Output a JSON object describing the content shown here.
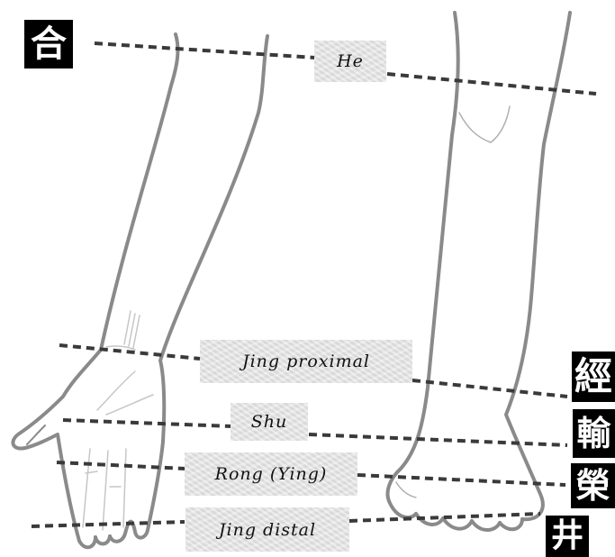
{
  "labels": {
    "he": "He",
    "jing_proximal": "Jing proximal",
    "shu": "Shu",
    "rong": "Rong (Ying)",
    "jing_distal": "Jing distal"
  },
  "characters": {
    "he": "合",
    "jing_proximal": "經",
    "shu": "輸",
    "rong": "榮",
    "jing_distal": "井"
  },
  "colors": {
    "outline": "#808080",
    "dash": "#404040",
    "label_bg": "#e4e4e4"
  }
}
